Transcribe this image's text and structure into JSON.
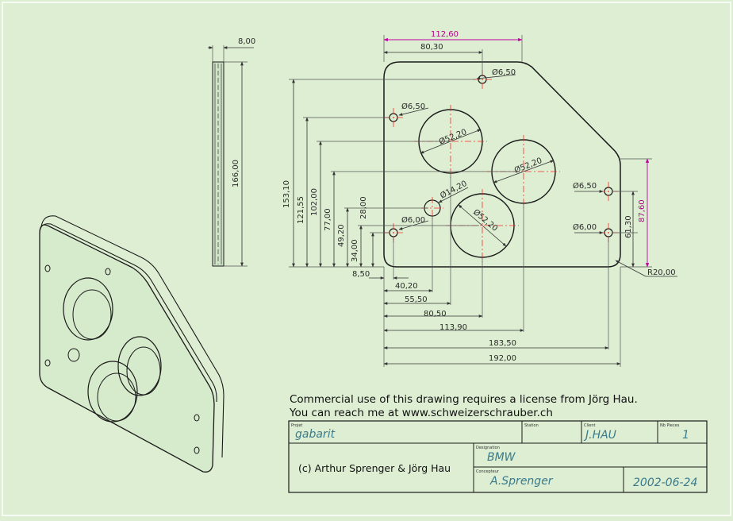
{
  "drawing": {
    "colors": {
      "background": "#ddeed2",
      "outline": "#1a1a1a",
      "dimension_line": "#555555",
      "dimension_highlight": "#c400a0",
      "center_line": "#ff2a2a",
      "title_text": "#3a7a8c"
    },
    "dimensions": {
      "thickness": "8,00",
      "side_height": "166,00",
      "overall_width": "112,60",
      "top_hole_x": "80,30",
      "right_height": "87,60",
      "right_hole_spacing": "61,30",
      "corner_radius": "R20,00",
      "vertical": [
        "153,10",
        "121,55",
        "102,00",
        "77,00",
        "49,20",
        "34,00",
        "28,00"
      ],
      "horizontal": [
        "8,50",
        "40,20",
        "55,50",
        "80,50",
        "113,90",
        "183,50",
        "192,00"
      ],
      "diameters": [
        "Ø6,50",
        "Ø6,50",
        "Ø6,50",
        "Ø6,00",
        "Ø6,00",
        "Ø14,20",
        "Ø52,20",
        "Ø52,20",
        "Ø52,20"
      ]
    },
    "notes": [
      "Commercial use of this drawing requires a license from Jörg Hau.",
      "You can reach me at www.schweizerschrauber.ch"
    ],
    "title_block": {
      "project_label": "Projet",
      "project_value": "gabarit",
      "station_label": "Station",
      "client_label": "Client",
      "client_value": "J.HAU",
      "pieces_label": "Nb Pieces",
      "pieces_value": "1",
      "designation_label": "Designation",
      "designation_value": "BMW",
      "designer_label": "Concepteur",
      "designer_value": "A.Sprenger",
      "date_value": "2002-06-24",
      "copyright": "(c) Arthur Sprenger & Jörg Hau"
    }
  }
}
